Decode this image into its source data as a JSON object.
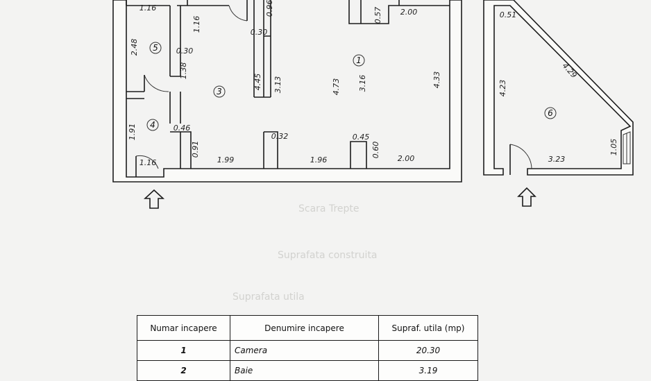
{
  "background_text": [
    "Scara Trepte",
    "Suprafata construita",
    "Suprafata utila"
  ],
  "rooms": [
    {
      "id": "1",
      "width": "2.00",
      "height": "4.33",
      "inner": "3.16",
      "wall": "4.73"
    },
    {
      "id": "3",
      "height": "4.45",
      "inner": "3.13",
      "bottom": "1.99",
      "top": "1.16"
    },
    {
      "id": "4",
      "width": "1.16",
      "height": "1.91",
      "step": "0.46",
      "recess": "0.91"
    },
    {
      "id": "5",
      "width": "1.16",
      "height": "2.48",
      "wall_a": "0.30",
      "wall_b": "1.38"
    },
    {
      "id": "6",
      "top": "0.51",
      "left": "4.23",
      "diagonal": "4.29",
      "bottom": "3.23",
      "right": "1.05"
    }
  ],
  "dimensions": {
    "top_096": "0.96",
    "wall_030": "0.30",
    "top_057": "0.57",
    "top_200": "2.00",
    "wall_032": "0.32",
    "bottom_196": "1.96",
    "bottom_045": "0.45",
    "bottom_060": "0.60",
    "bottom_200": "2.00"
  },
  "table": {
    "headers": [
      "Numar incapere",
      "Denumire incapere",
      "Supraf. utila (mp)"
    ],
    "rows": [
      {
        "nr": "1",
        "name": "Camera",
        "area": "20.30"
      },
      {
        "nr": "2",
        "name": "Baie",
        "area": "3.19"
      }
    ]
  },
  "entrance_icons": [
    "arrow-up-icon",
    "arrow-up-icon"
  ]
}
